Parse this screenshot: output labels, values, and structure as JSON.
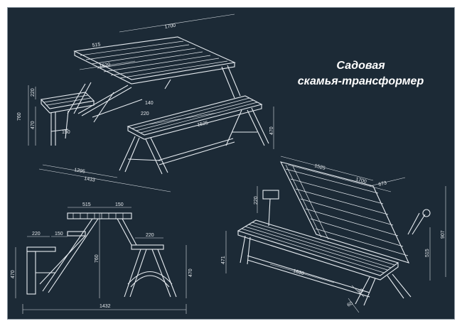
{
  "title": {
    "line1": "Садовая",
    "line2": "скамья-трансформер"
  },
  "dimensions": {
    "table_view": [
      "515",
      "1700",
      "1620",
      "220",
      "760",
      "470",
      "140",
      "220",
      "150",
      "1525",
      "470",
      "1295",
      "1433"
    ],
    "side_view": [
      "515",
      "150",
      "220",
      "150",
      "220",
      "470",
      "760",
      "470",
      "1432"
    ],
    "bench_view": [
      "1525",
      "1700",
      "673",
      "220",
      "907",
      "515",
      "471",
      "1630",
      "30",
      "60"
    ]
  },
  "colors": {
    "background": "#1c2a36",
    "lines": "#e8edf2"
  }
}
